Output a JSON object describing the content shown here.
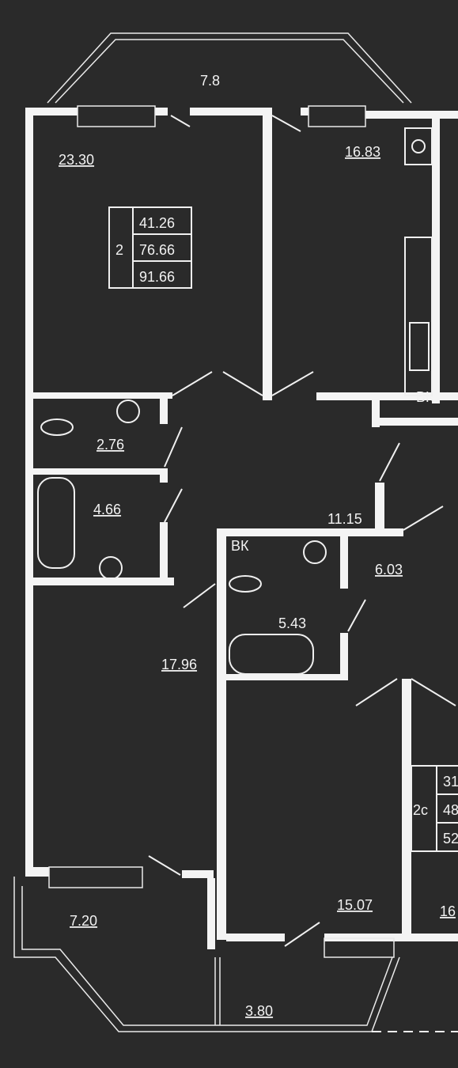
{
  "balcony_top": {
    "area": "7.8"
  },
  "rooms": {
    "room_top_left": "23.30",
    "room_top_right": "16.83",
    "wc_small": "2.76",
    "bath_left": "4.66",
    "hall": "11.15",
    "corridor": "6.03",
    "bath_center": "5.43",
    "living": "17.96",
    "room_bottom": "15.07",
    "room_bottom_right_partial": "16",
    "loggia_left": "7.20",
    "loggia_bottom": "3.80"
  },
  "apartment_box": {
    "rooms_count": "2",
    "living_area": "41.26",
    "total_area": "76.66",
    "total_with_balcony": "91.66"
  },
  "apartment_box_2": {
    "rooms_count": "2c",
    "v1": "31",
    "v2": "48",
    "v3": "52"
  },
  "labels": {
    "vk": "ВК"
  },
  "colors": {
    "background": "#2a2a2a",
    "lines": "#f4f4f4"
  }
}
